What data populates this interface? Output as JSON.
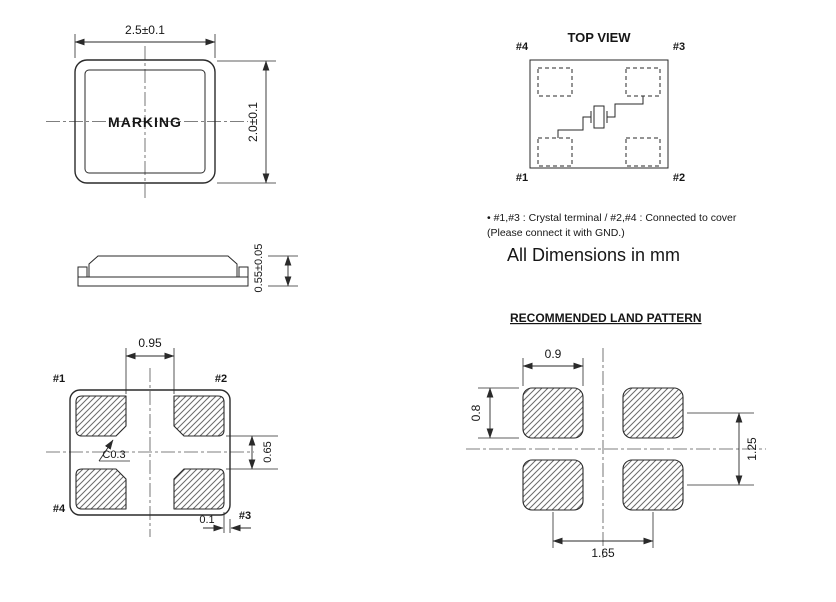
{
  "colors": {
    "line": "#2a2a2a",
    "background": "#ffffff"
  },
  "package_top_view": {
    "width_dim": "2.5±0.1",
    "height_dim": "2.0±0.1",
    "marking": "MARKING"
  },
  "side_view": {
    "thickness_dim": "0.55±0.05"
  },
  "bottom_view": {
    "pin1": "#1",
    "pin2": "#2",
    "pin3": "#3",
    "pin4": "#4",
    "pad_pitch_dim": "0.95",
    "pad_gap_dim": "0.65",
    "chamfer_label": "C0.3",
    "edge_margin_dim": "0.1"
  },
  "schematic": {
    "title": "TOP VIEW",
    "pin1": "#1",
    "pin2": "#2",
    "pin3": "#3",
    "pin4": "#4"
  },
  "notes": {
    "terminal_note": "• #1,#3 : Crystal terminal / #2,#4 : Connected to cover",
    "gnd_note": "(Please connect it with GND.)",
    "units_note": "All Dimensions in mm"
  },
  "land_pattern": {
    "title": "RECOMMENDED LAND PATTERN",
    "pad_width_dim": "0.9",
    "pad_height_dim": "0.8",
    "vertical_pitch_dim": "1.25",
    "horizontal_pitch_dim": "1.65"
  }
}
